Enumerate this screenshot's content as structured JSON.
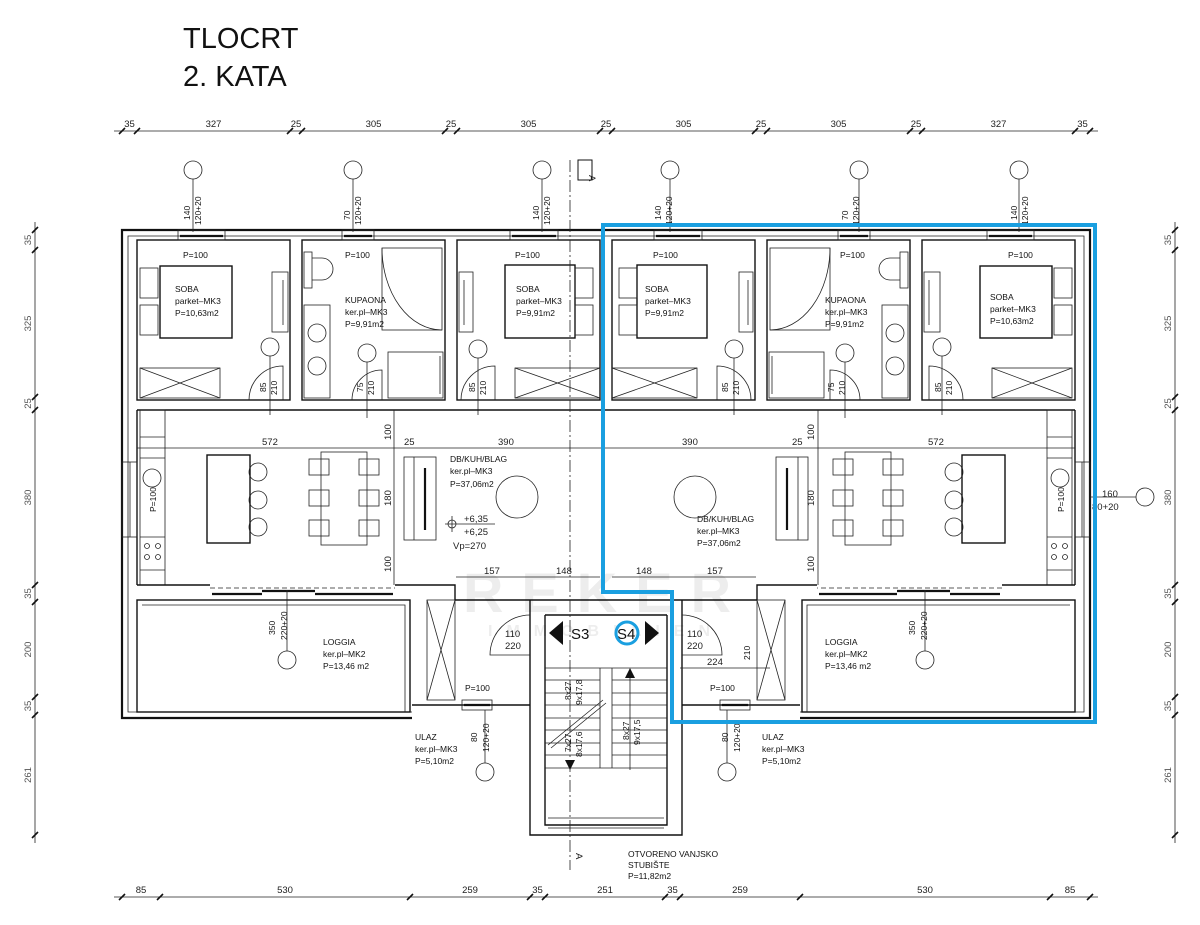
{
  "title": {
    "line1": "TLOCRT",
    "line2": "2. KATA"
  },
  "watermark": {
    "brand": "REKER",
    "sub": "IMMOBILIEN"
  },
  "highlight_color": "#1a9fe0",
  "dims_top": [
    "35",
    "327",
    "25",
    "305",
    "25",
    "305",
    "25",
    "305",
    "25",
    "305",
    "25",
    "327",
    "35"
  ],
  "dims_bottom": [
    "85",
    "530",
    "259",
    "35",
    "251",
    "35",
    "259",
    "530",
    "85"
  ],
  "dims_left": [
    "35",
    "325",
    "25",
    "380",
    "35",
    "200",
    "35",
    "261"
  ],
  "dims_right": [
    "35",
    "325",
    "25",
    "380",
    "35",
    "200",
    "35",
    "261"
  ],
  "windows_top": [
    {
      "w": "140",
      "h": "120+20"
    },
    {
      "w": "70",
      "h": "120+20"
    },
    {
      "w": "140",
      "h": "120+20"
    },
    {
      "w": "140",
      "h": "120+20"
    },
    {
      "w": "70",
      "h": "120+20"
    },
    {
      "w": "140",
      "h": "120+20"
    }
  ],
  "window_p": "P=100",
  "rooms_left": [
    {
      "name": "SOBA",
      "floor": "parket–MK3",
      "area": "P=10,63m2"
    },
    {
      "name": "KUPAONA",
      "floor": "ker.pl–MK3",
      "area": "P=9,91m2"
    },
    {
      "name": "SOBA",
      "floor": "parket–MK3",
      "area": "P=9,91m2"
    },
    {
      "name": "DB/KUH/BLAG",
      "floor": "ker.pl–MK3",
      "area": "P=37,06m2"
    },
    {
      "name": "LOGGIA",
      "floor": "ker.pl–MK2",
      "area": "P=13,46  m2"
    },
    {
      "name": "ULAZ",
      "floor": "ker.pl–MK3",
      "area": "P=5,10m2"
    }
  ],
  "rooms_right": [
    {
      "name": "SOBA",
      "floor": "parket–MK3",
      "area": "P=9,91m2"
    },
    {
      "name": "KUPAONA",
      "floor": "ker.pl–MK3",
      "area": "P=9,91m2"
    },
    {
      "name": "SOBA",
      "floor": "parket–MK3",
      "area": "P=10,63m2"
    },
    {
      "name": "DB/KUH/BLAG",
      "floor": "ker.pl–MK3",
      "area": "P=37,06m2"
    },
    {
      "name": "LOGGIA",
      "floor": "ker.pl–MK2",
      "area": "P=13,46  m2"
    },
    {
      "name": "ULAZ",
      "floor": "ker.pl–MK3",
      "area": "P=5,10m2"
    }
  ],
  "stairwell": {
    "line1": "OTVORENO  VANJSKO",
    "line2": "STUBIŠTE",
    "line3": "P=11,82m2"
  },
  "doors": {
    "bed_w": "85",
    "room_h": "210",
    "bath_w": "75",
    "entry_w": "110",
    "entry_h": "220",
    "front_w": "80",
    "front_h": "120+20",
    "loggia_w": "350",
    "loggia_h": "220+20",
    "side_w": "160",
    "side_h": "80+20"
  },
  "living_dims": {
    "d572": "572",
    "d25": "25",
    "d390": "390",
    "d100": "100",
    "d180": "180",
    "d157": "157",
    "d148": "148",
    "d224": "224",
    "d210": "210"
  },
  "elevation": {
    "top": "+6,35",
    "bottom": "+6,25",
    "height": "Vp=270"
  },
  "stairs": {
    "l1": "8x27",
    "l2": "9x17,8",
    "l3": "7x27",
    "l4": "8x17,6",
    "r1": "8x27",
    "r2": "9x17,5"
  },
  "labels": {
    "section": "A",
    "s3": "S3",
    "s4": "S4"
  }
}
